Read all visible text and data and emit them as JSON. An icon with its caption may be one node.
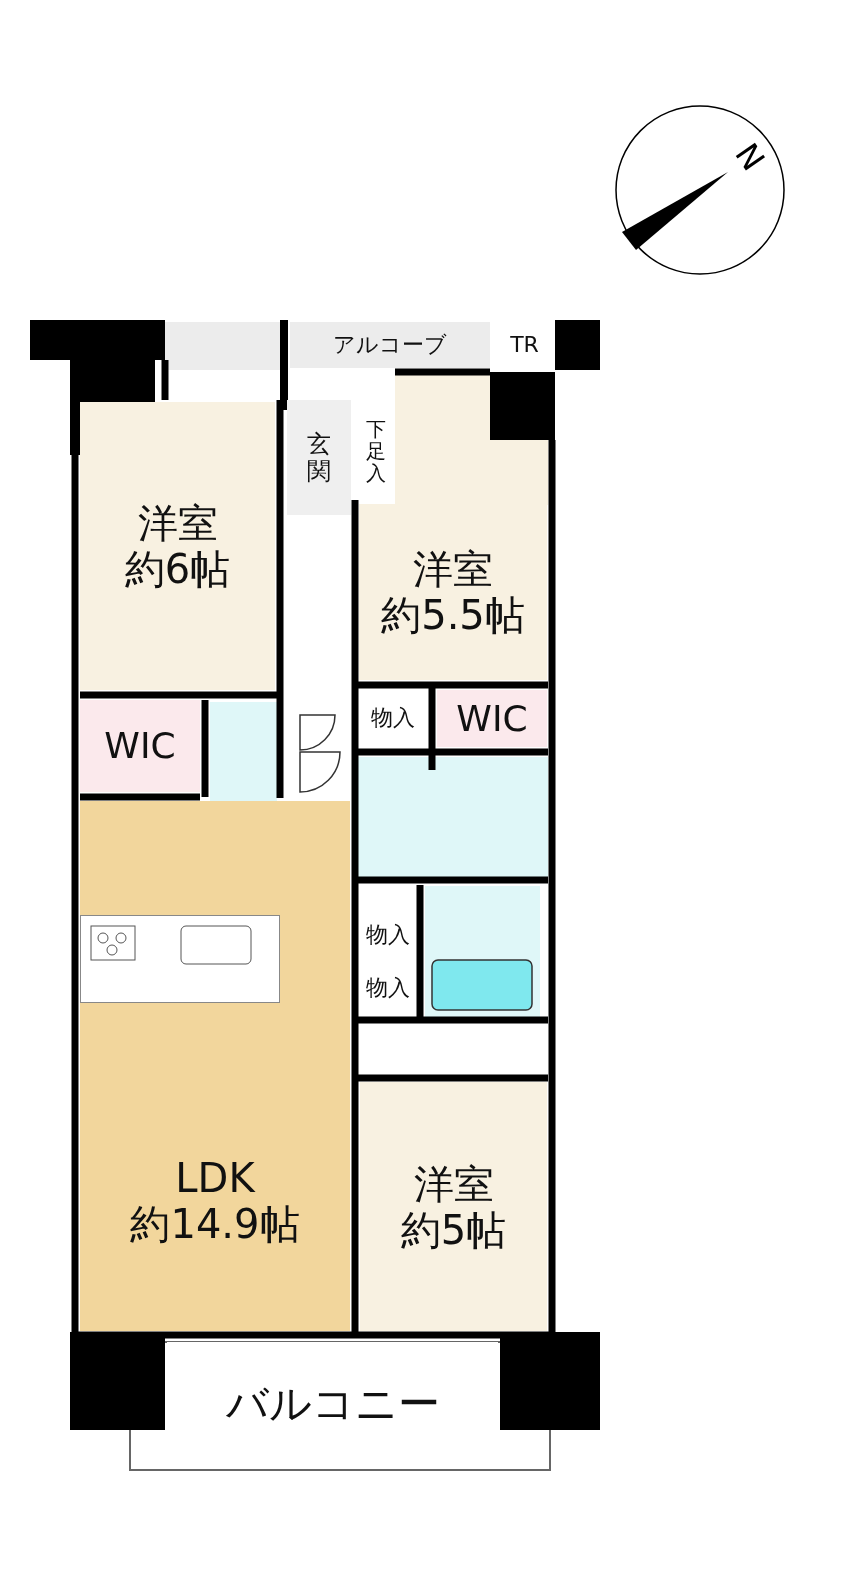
{
  "diagram": {
    "nodes": [
      {
        "text": [
          "アルコーブ"
        ]
      },
      {
        "text": [
          "TR"
        ]
      },
      {
        "text": [
          "玄関"
        ]
      },
      {
        "text": [
          "下足入"
        ]
      },
      {
        "text": [
          "洋室",
          "約6帖"
        ]
      },
      {
        "text": [
          "洋室",
          "約5.5帖"
        ]
      },
      {
        "text": [
          "WIC"
        ]
      },
      {
        "text": [
          "物入"
        ]
      },
      {
        "text": [
          "WIC"
        ]
      },
      {
        "text": [
          "物入"
        ]
      },
      {
        "text": [
          "物入"
        ]
      },
      {
        "text": [
          "LDK",
          "約14.9帖"
        ]
      },
      {
        "text": [
          "洋室",
          "約5帖"
        ]
      },
      {
        "text": [
          "バルコニー"
        ]
      }
    ],
    "edges": [],
    "labels": [
      "N"
    ]
  }
}
